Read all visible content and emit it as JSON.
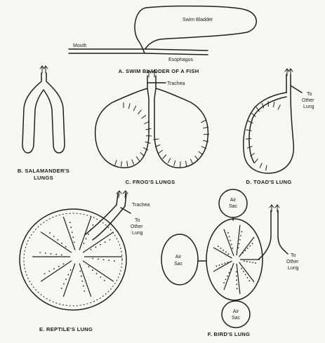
{
  "panels": {
    "a": {
      "caption": "A. SWIM BLADDER OF A FISH",
      "labels": {
        "swim_bladder": "Swim Bladder",
        "mouth": "Mouth",
        "esophagus": "Esophagus"
      }
    },
    "b": {
      "caption_line1": "B. SALAMANDER'S",
      "caption_line2": "LUNGS"
    },
    "c": {
      "caption": "C. FROG'S LUNGS",
      "labels": {
        "trachea": "Trachea"
      }
    },
    "d": {
      "caption": "D. TOAD'S LUNG",
      "labels": {
        "to_other_lung_1": "To",
        "to_other_lung_2": "Other",
        "to_other_lung_3": "Lung"
      }
    },
    "e": {
      "caption": "E. REPTILE'S LUNG",
      "labels": {
        "trachea": "Trachea",
        "to_other_lung_1": "To",
        "to_other_lung_2": "Other",
        "to_other_lung_3": "Lung"
      }
    },
    "f": {
      "caption": "F. BIRD'S LUNG",
      "labels": {
        "air_sac_top_1": "Air",
        "air_sac_top_2": "Sac",
        "air_sac_left_1": "Air",
        "air_sac_left_2": "Sac",
        "air_sac_bottom_1": "Air",
        "air_sac_bottom_2": "Sac",
        "to_other_lung_1": "To",
        "to_other_lung_2": "Other",
        "to_other_lung_3": "Lung"
      }
    }
  },
  "colors": {
    "paper": "#f7f6f1",
    "ink": "#1f1f1f"
  }
}
